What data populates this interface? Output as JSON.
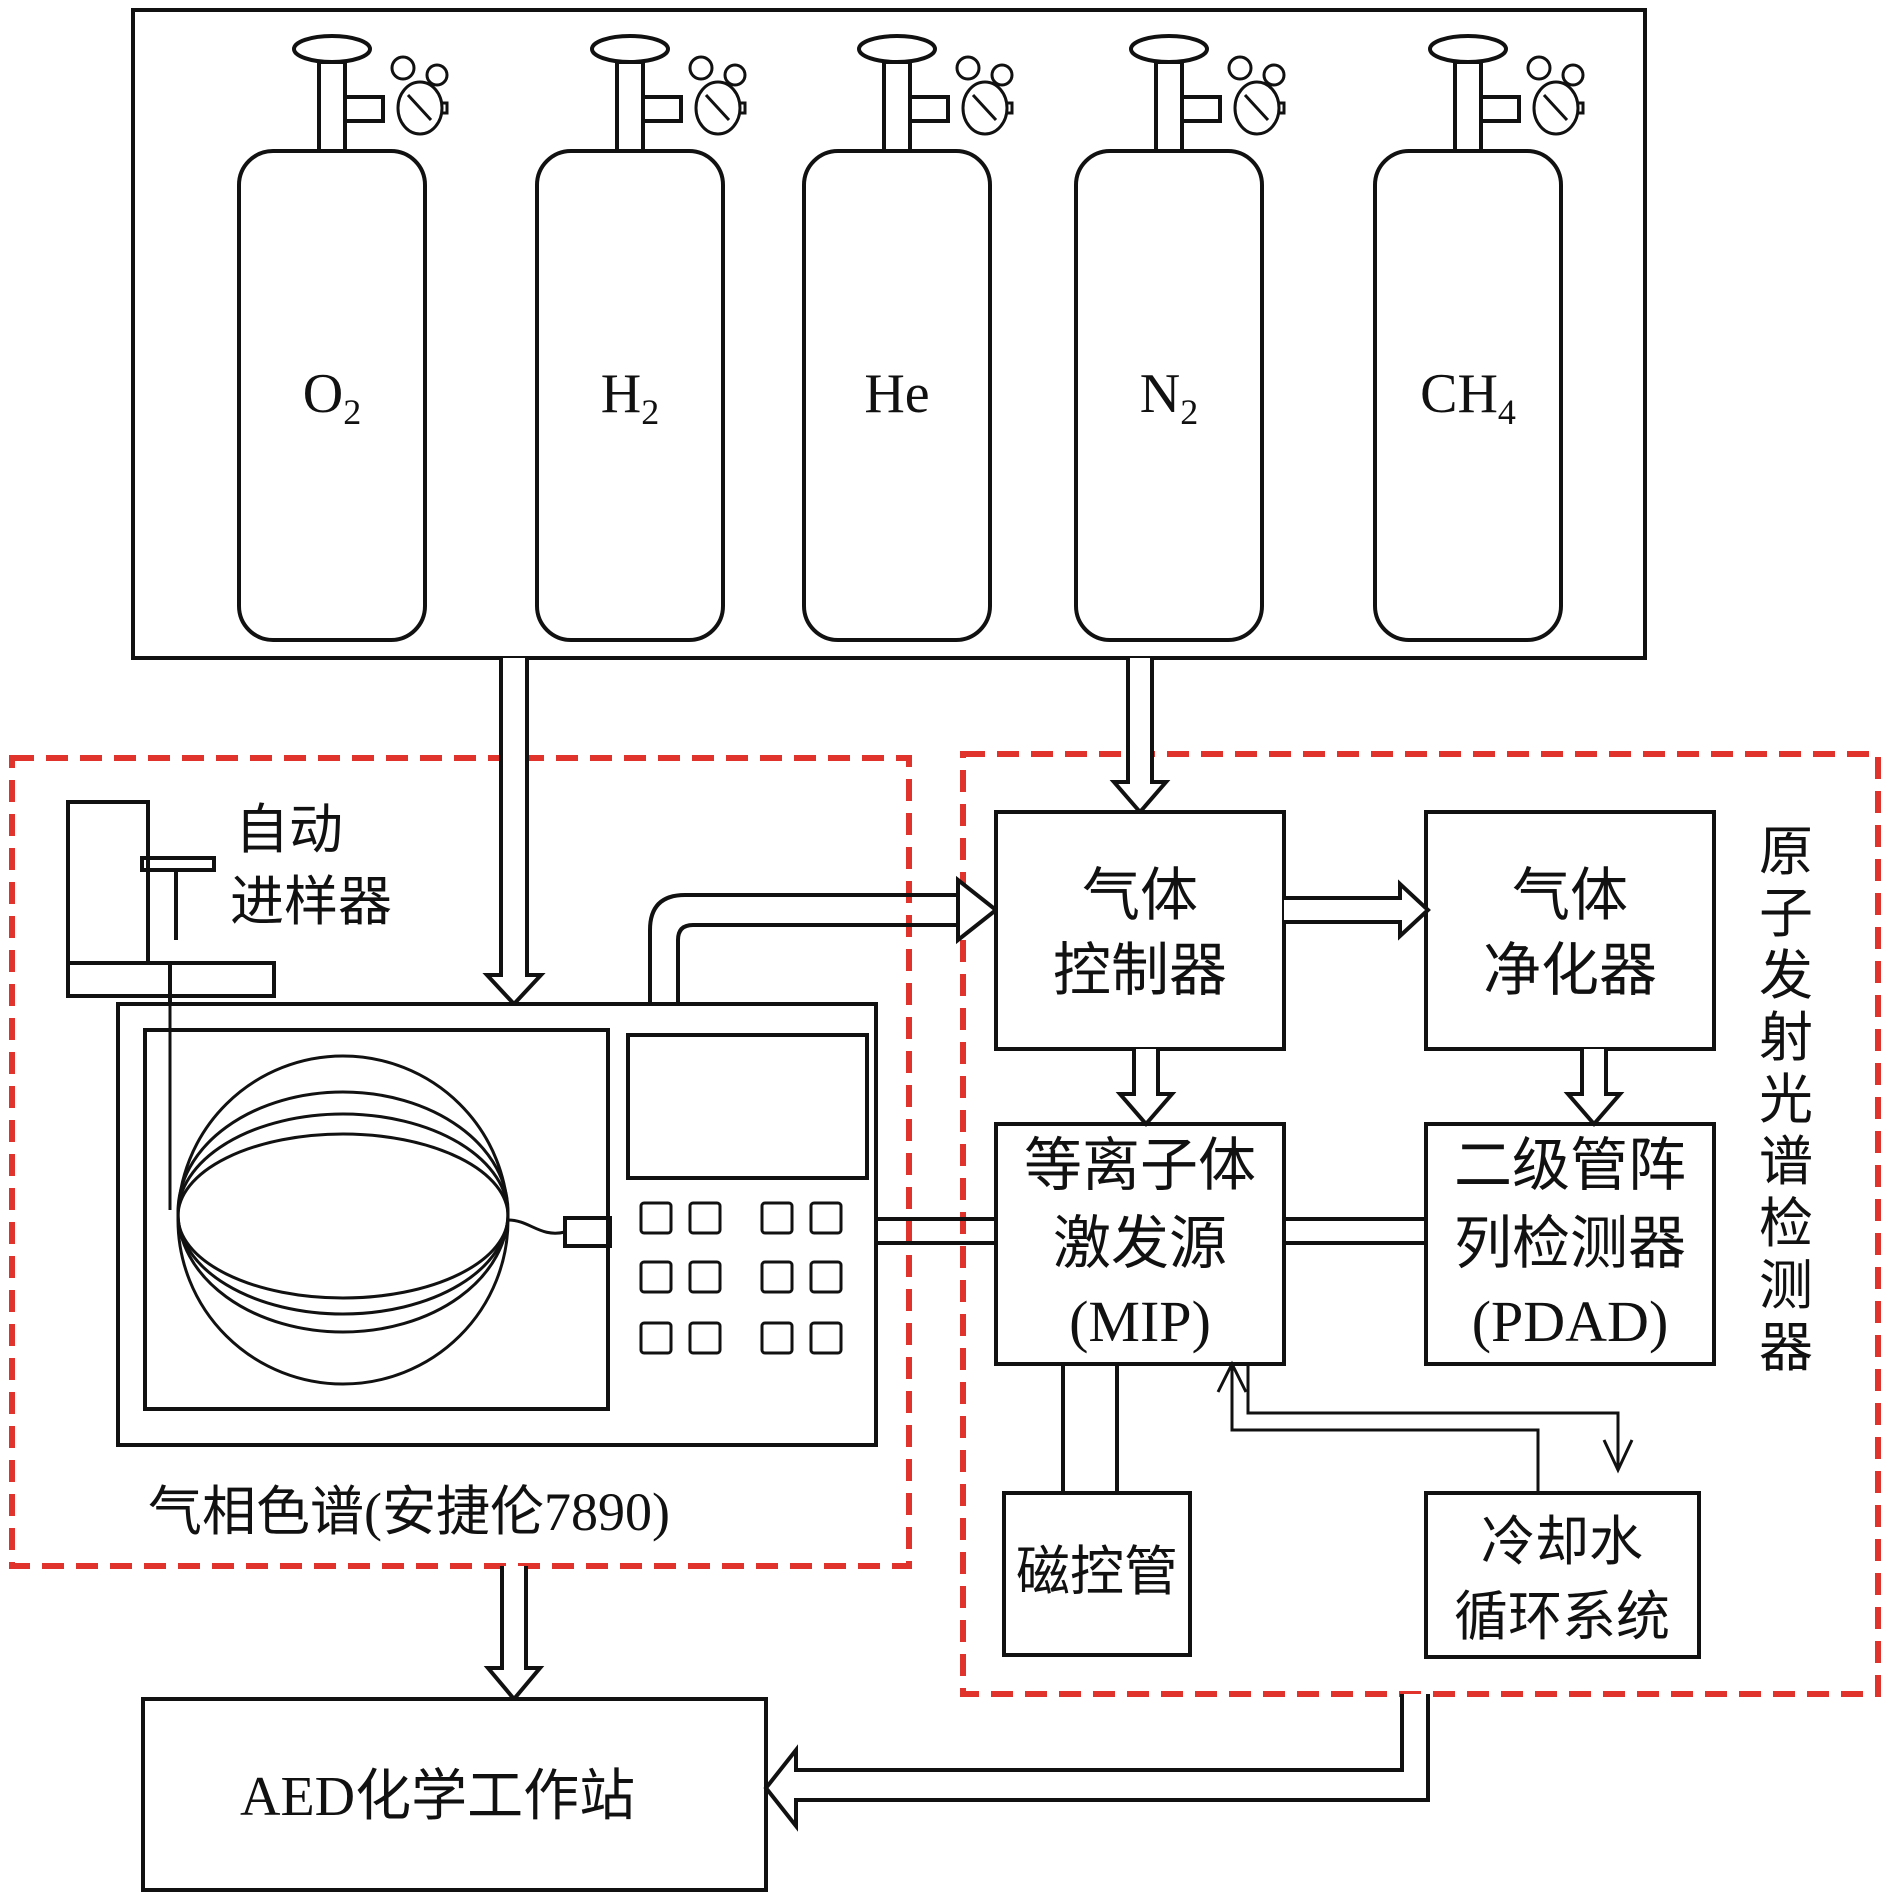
{
  "gas_cylinders": [
    {
      "formula": "O",
      "sub": "2"
    },
    {
      "formula": "H",
      "sub": "2"
    },
    {
      "formula": "He",
      "sub": ""
    },
    {
      "formula": "N",
      "sub": "2"
    },
    {
      "formula": "CH",
      "sub": "4"
    }
  ],
  "gc": {
    "autosampler_line1": "自动",
    "autosampler_line2": "进样器",
    "caption": "气相色谱(安捷伦7890)"
  },
  "aed": {
    "gas_controller": [
      "气体",
      "控制器"
    ],
    "gas_purifier": [
      "气体",
      "净化器"
    ],
    "plasma_source": [
      "等离子体",
      "激发源",
      "(MIP)"
    ],
    "detector": [
      "二级管阵",
      "列检测器",
      "(PDAD)"
    ],
    "magnetron": "磁控管",
    "cooling": [
      "冷却水",
      "循环系统"
    ],
    "vertical_label": [
      "原",
      "子",
      "发",
      "射",
      "光",
      "谱",
      "检",
      "测",
      "器"
    ]
  },
  "workstation": {
    "label": "AED化学工作站"
  },
  "colors": {
    "line": "#111111",
    "dashed_border": "#e0332b"
  }
}
